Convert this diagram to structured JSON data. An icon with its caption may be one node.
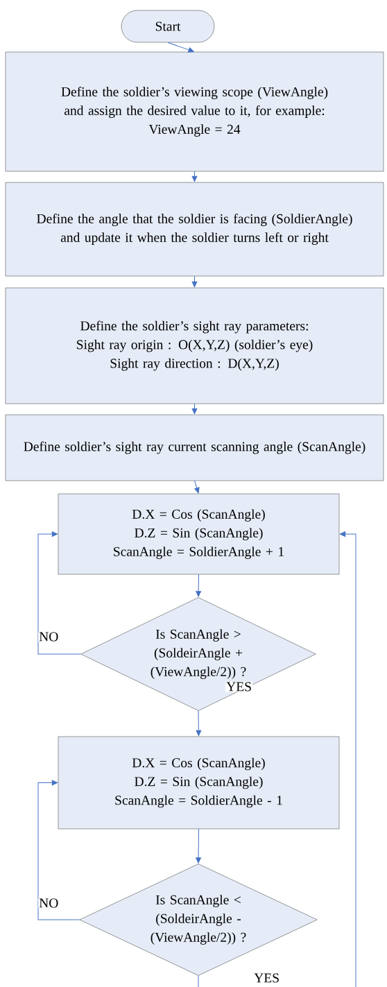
{
  "diagram": {
    "nodes": [
      {
        "text": [
          "Start"
        ]
      },
      {
        "text": [
          "Define the soldier’s viewing scope (ViewAngle) and assign the desired value to it, for example:",
          "ViewAngle = 24"
        ]
      },
      {
        "text": [
          "Define the angle that the soldier is facing (SoldierAngle) and update it when the soldier turns left or right"
        ]
      },
      {
        "text": [
          "Define the soldier’s sight ray parameters:",
          "Sight ray origin : O(X,Y,Z) (soldier’s eye)",
          "Sight ray direction : D(X,Y,Z)"
        ]
      },
      {
        "text": [
          "Define soldier’s sight ray current scanning angle (ScanAngle)"
        ]
      },
      {
        "text": [
          "D.X = Cos (ScanAngle)",
          "D.Z = Sin (ScanAngle)",
          "ScanAngle = SoldierAngle + 1"
        ]
      },
      {
        "text": [
          "Is ScanAngle > (SoldeirAngle + (ViewAngle/2)) ?"
        ]
      },
      {
        "text": [
          "D.X = Cos (ScanAngle)",
          "D.Z = Sin (ScanAngle)",
          "ScanAngle = SoldierAngle - 1"
        ]
      },
      {
        "text": [
          "Is ScanAngle < (SoldeirAngle - (ViewAngle/2)) ?"
        ]
      }
    ],
    "edges": [
      {
        "from": 0,
        "to": 1,
        "arrow": "to"
      },
      {
        "from": 1,
        "to": 2,
        "arrow": "to"
      },
      {
        "from": 2,
        "to": 3,
        "arrow": "to"
      },
      {
        "from": 3,
        "to": 4,
        "arrow": "to"
      },
      {
        "from": 4,
        "to": 5,
        "arrow": "to"
      },
      {
        "from": 5,
        "to": 6,
        "arrow": "to"
      },
      {
        "from": 6,
        "to": 5,
        "arrow": "to",
        "label": "NO"
      },
      {
        "from": 6,
        "to": 7,
        "arrow": "to",
        "label": "YES"
      },
      {
        "from": 7,
        "to": 8,
        "arrow": "to"
      },
      {
        "from": 8,
        "to": 7,
        "arrow": "to",
        "label": "NO"
      },
      {
        "from": 8,
        "to": null,
        "arrow": "none",
        "label": "YES"
      },
      {
        "from": null,
        "to": 5,
        "arrow": "to"
      }
    ]
  }
}
